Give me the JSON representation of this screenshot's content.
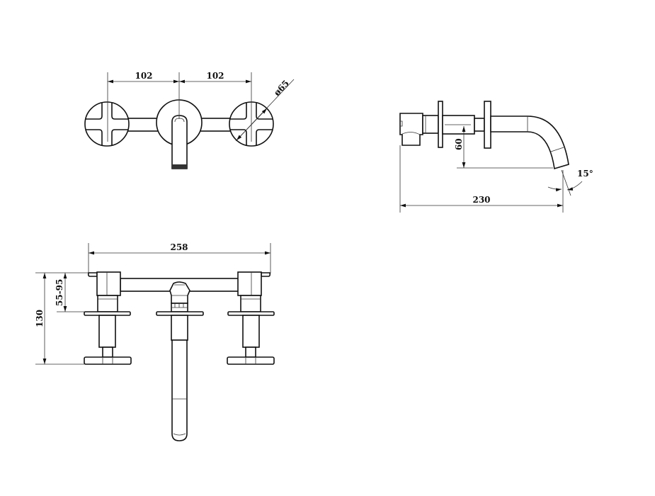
{
  "drawing": {
    "title": "Wall-mounted three-hole basin mixer technical drawing",
    "top_view": {
      "spacing_left": "102",
      "spacing_right": "102",
      "handle_diameter": "ø65"
    },
    "side_view": {
      "spout_height": "60",
      "projection": "230",
      "spout_angle": "15°"
    },
    "front_view": {
      "overall_width": "258",
      "overall_height": "130",
      "wall_depth_range": "55-95"
    },
    "colors": {
      "line": "#111111",
      "background": "#ffffff"
    }
  }
}
